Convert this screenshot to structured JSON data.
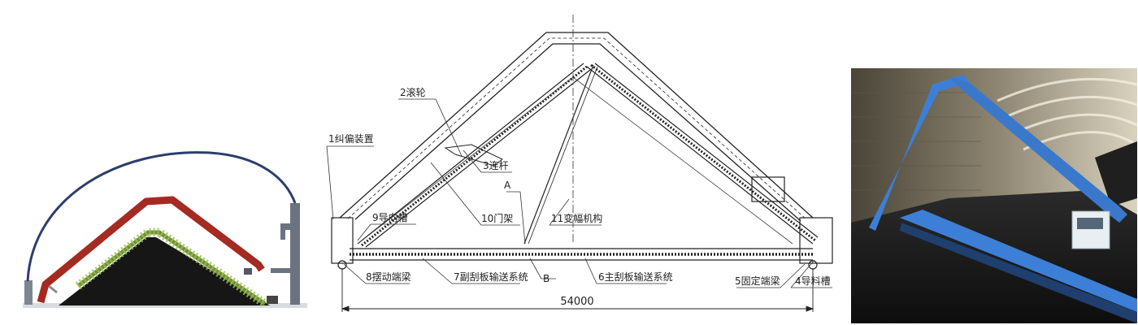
{
  "diagram": {
    "labels": [
      {
        "id": "l1",
        "text": "1纠偏装置"
      },
      {
        "id": "l2",
        "text": "2滚轮"
      },
      {
        "id": "l3",
        "text": "3连杆"
      },
      {
        "id": "l4",
        "text": "4导料槽"
      },
      {
        "id": "l5",
        "text": "5固定端梁"
      },
      {
        "id": "l6",
        "text": "6主刮板输送系统"
      },
      {
        "id": "l7",
        "text": "7副刮板输送系统"
      },
      {
        "id": "l8",
        "text": "8摆动端梁"
      },
      {
        "id": "l9",
        "text": "9导向槽"
      },
      {
        "id": "l10",
        "text": "10门架"
      },
      {
        "id": "l11",
        "text": "11变幅机构"
      }
    ],
    "markers": {
      "a": "A",
      "b": "B"
    },
    "dimension": "54000"
  },
  "colors": {
    "dome": "#2c3e6b",
    "portal_frame": "#a32b22",
    "scraper_chain": "#6f8f3a",
    "coal": "#161616",
    "wall": "#6b7280",
    "blue_structure": "#3d7fd6"
  }
}
